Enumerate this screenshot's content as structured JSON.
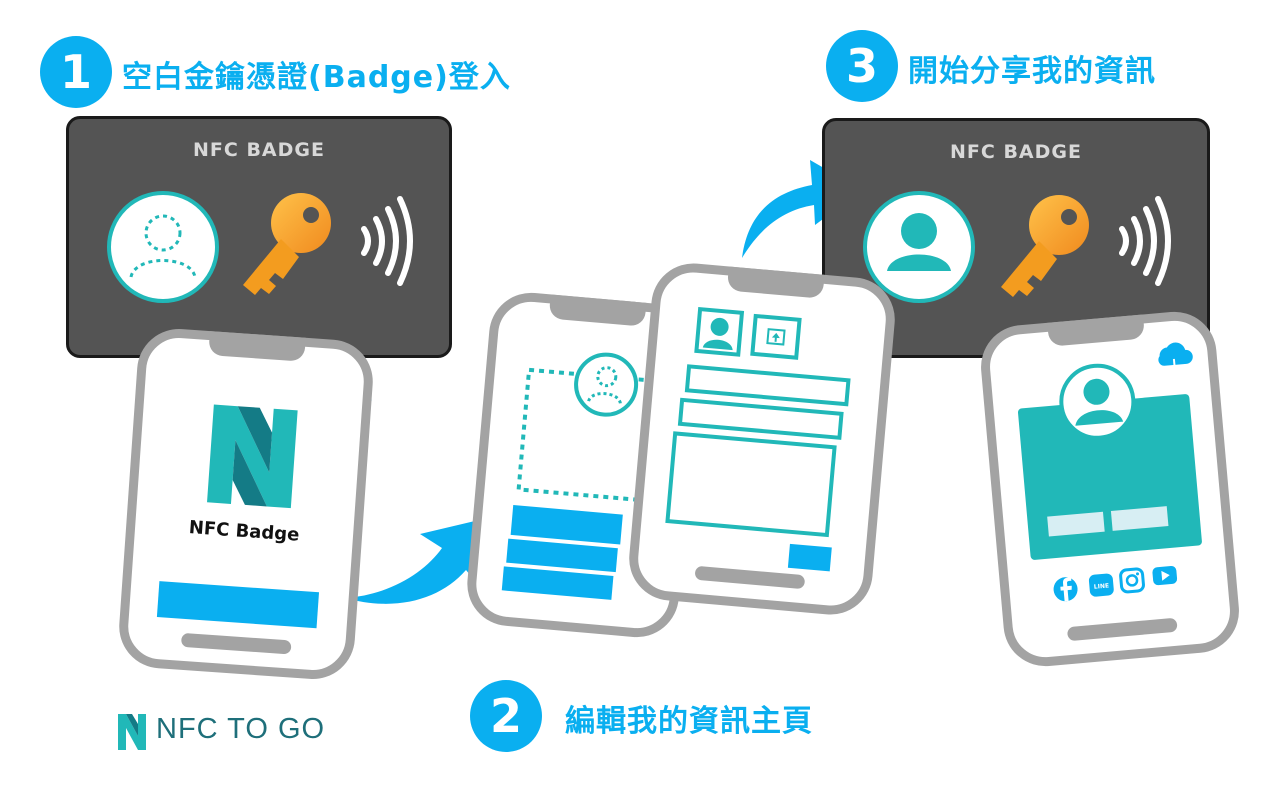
{
  "steps": [
    {
      "number": "1",
      "title": "空白金鑰憑證(Badge)登入"
    },
    {
      "number": "2",
      "title": "編輯我的資訊主頁"
    },
    {
      "number": "3",
      "title": "開始分享我的資訊"
    }
  ],
  "cards": [
    {
      "title": "NFC BADGE"
    },
    {
      "title": "NFC BADGE"
    }
  ],
  "phone1": {
    "app_name": "NFC Badge"
  },
  "footer": {
    "brand": "NFC TO GO"
  },
  "social": {
    "line_label": "LINE"
  },
  "colors": {
    "accent": "#0aaff0",
    "teal": "#21b8b8",
    "card": "#545454",
    "phone_frame": "#a3a3a3",
    "key": "#f6a623"
  }
}
